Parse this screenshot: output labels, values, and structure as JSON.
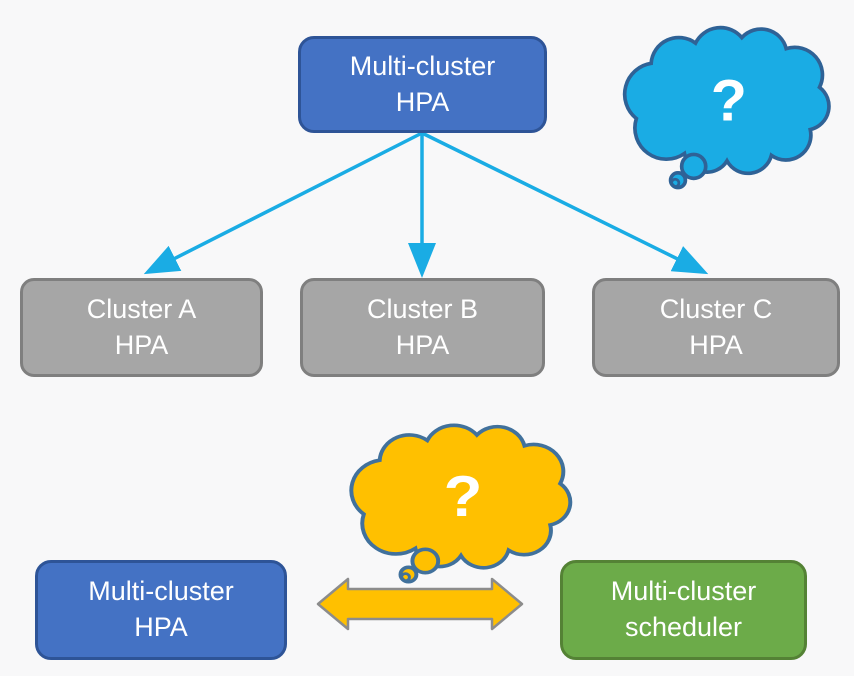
{
  "colors": {
    "background": "#f8f8f9",
    "box-blue": "#4472c4",
    "box-blue-border": "#2e5497",
    "box-gray": "#a6a6a6",
    "box-gray-border": "#7f7f7f",
    "box-green": "#6cab49",
    "box-green-border": "#548235",
    "cloud-cyan": "#1aace4",
    "cloud-cyan-border": "#2f6296",
    "cloud-yellow": "#ffc000",
    "cloud-yellow-border": "#41719c",
    "arrow-cyan": "#1aace4",
    "arrow-yellow": "#ffc000",
    "arrow-yellow-border": "#8c8c8c",
    "text": "#ffffff"
  },
  "diagram": {
    "top_box": {
      "line1": "Multi-cluster",
      "line2": "HPA"
    },
    "cluster_a": {
      "line1": "Cluster A",
      "line2": "HPA"
    },
    "cluster_b": {
      "line1": "Cluster B",
      "line2": "HPA"
    },
    "cluster_c": {
      "line1": "Cluster C",
      "line2": "HPA"
    },
    "bottom_left_box": {
      "line1": "Multi-cluster",
      "line2": "HPA"
    },
    "bottom_right_box": {
      "line1": "Multi-cluster",
      "line2": "scheduler"
    },
    "top_cloud": {
      "question": "?"
    },
    "bottom_cloud": {
      "question": "?"
    }
  }
}
